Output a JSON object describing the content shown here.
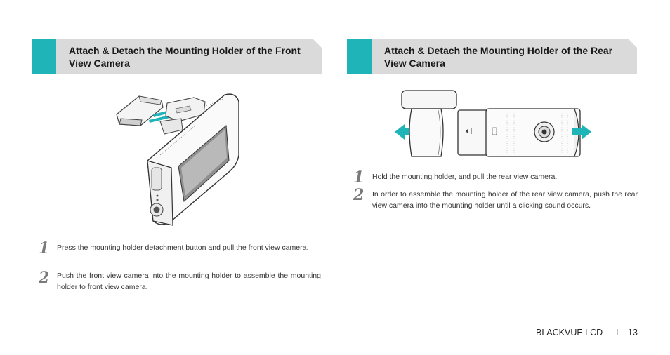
{
  "left_section": {
    "title": "Attach & Detach the Mounting Holder of the Front View Camera",
    "steps": [
      {
        "number": "1",
        "text": "Press the mounting holder detachment button and pull the front view camera."
      },
      {
        "number": "2",
        "text": "Push the front view camera into the mounting holder to assemble the mounting holder to front view camera."
      }
    ]
  },
  "right_section": {
    "title": "Attach & Detach the Mounting Holder of the Rear View Camera",
    "steps": [
      {
        "number": "1",
        "text": "Hold the mounting holder, and pull the rear view camera."
      },
      {
        "number": "2",
        "text": "In order to assemble the mounting holder of the rear view camera, push the rear view camera into the mounting holder until a clicking sound occurs."
      }
    ]
  },
  "footer": {
    "brand": "BLACKVUE LCD",
    "separator": "I",
    "page_number": "13"
  },
  "colors": {
    "accent": "#1fb5b8",
    "header_bg": "#dadada",
    "arrow": "#1fb5b8"
  }
}
